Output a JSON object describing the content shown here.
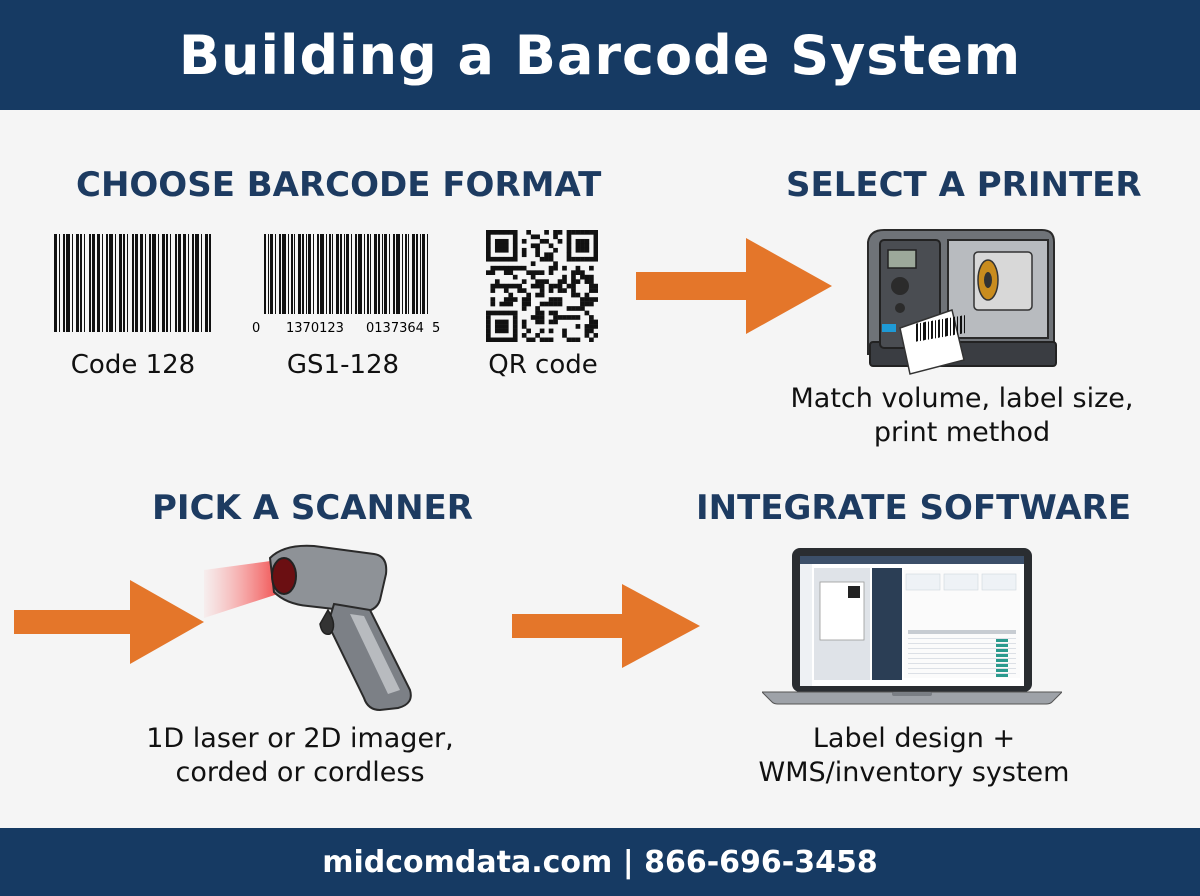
{
  "header": {
    "title": "Building a Barcode System"
  },
  "steps": {
    "format": {
      "title": "CHOOSE BARCODE FORMAT",
      "barcodes": [
        {
          "label": "Code 128"
        },
        {
          "label": "GS1-128",
          "digits": [
            "0",
            "1370123",
            "0137364",
            "5"
          ]
        },
        {
          "label": "QR code"
        }
      ]
    },
    "printer": {
      "title": "SELECT A PRINTER",
      "caption_line1": "Match volume, label size,",
      "caption_line2": "print method"
    },
    "scanner": {
      "title": "PICK A SCANNER",
      "caption_line1": "1D laser or 2D imager,",
      "caption_line2": "corded or cordless"
    },
    "software": {
      "title": "INTEGRATE SOFTWARE",
      "caption_line1": "Label design +",
      "caption_line2": "WMS/inventory system"
    }
  },
  "colors": {
    "navy": "#163a63",
    "title_blue": "#1d3b61",
    "arrow_orange": "#e4762a"
  },
  "icons": [
    "arrow-right-icon",
    "barcode-icon",
    "qr-code-icon",
    "label-printer-icon",
    "handheld-scanner-icon",
    "laptop-icon"
  ],
  "footer": {
    "contact": "midcomdata.com | 866-696-3458"
  }
}
